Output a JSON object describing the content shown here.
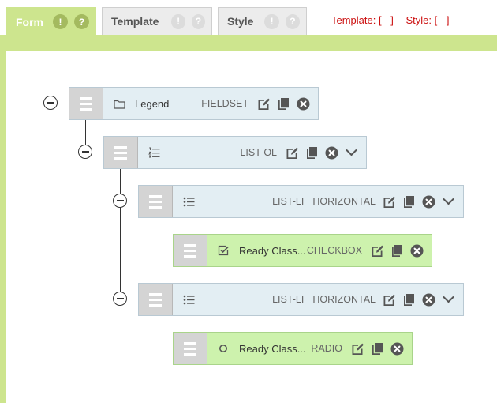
{
  "tabs": [
    {
      "label": "Form",
      "badges": [
        "!",
        "?"
      ],
      "active": true
    },
    {
      "label": "Template",
      "badges": [
        "!",
        "?"
      ],
      "active": false
    },
    {
      "label": "Style",
      "badges": [
        "!",
        "?"
      ],
      "active": false
    }
  ],
  "status": {
    "template_label": "Template: [",
    "template_close": "]",
    "style_label": "Style: [",
    "style_close": "]"
  },
  "tree": [
    {
      "depth": 0,
      "icon": "folder-icon",
      "label": "Legend",
      "type": "FIELDSET",
      "layout": "",
      "expandable": false
    },
    {
      "depth": 1,
      "icon": "ordered-list-icon",
      "label": "",
      "type": "LIST-OL",
      "layout": "",
      "expandable": true
    },
    {
      "depth": 2,
      "icon": "unordered-list-icon",
      "label": "",
      "type": "LIST-LI",
      "layout": "HORIZONTAL",
      "expandable": true
    },
    {
      "depth": 3,
      "icon": "checkbox-icon",
      "label": "Ready Class...",
      "type": "CHECKBOX",
      "layout": "",
      "expandable": false
    },
    {
      "depth": 2,
      "icon": "unordered-list-icon",
      "label": "",
      "type": "LIST-LI",
      "layout": "HORIZONTAL",
      "expandable": true
    },
    {
      "depth": 3,
      "icon": "radio-icon",
      "label": "Ready Class...",
      "type": "RADIO",
      "layout": "",
      "expandable": false
    }
  ],
  "colors": {
    "accent_green": "#cde58e",
    "leaf_green": "#cdf2ad",
    "container_blue": "#e3eef3",
    "status_red": "#cc1111"
  }
}
